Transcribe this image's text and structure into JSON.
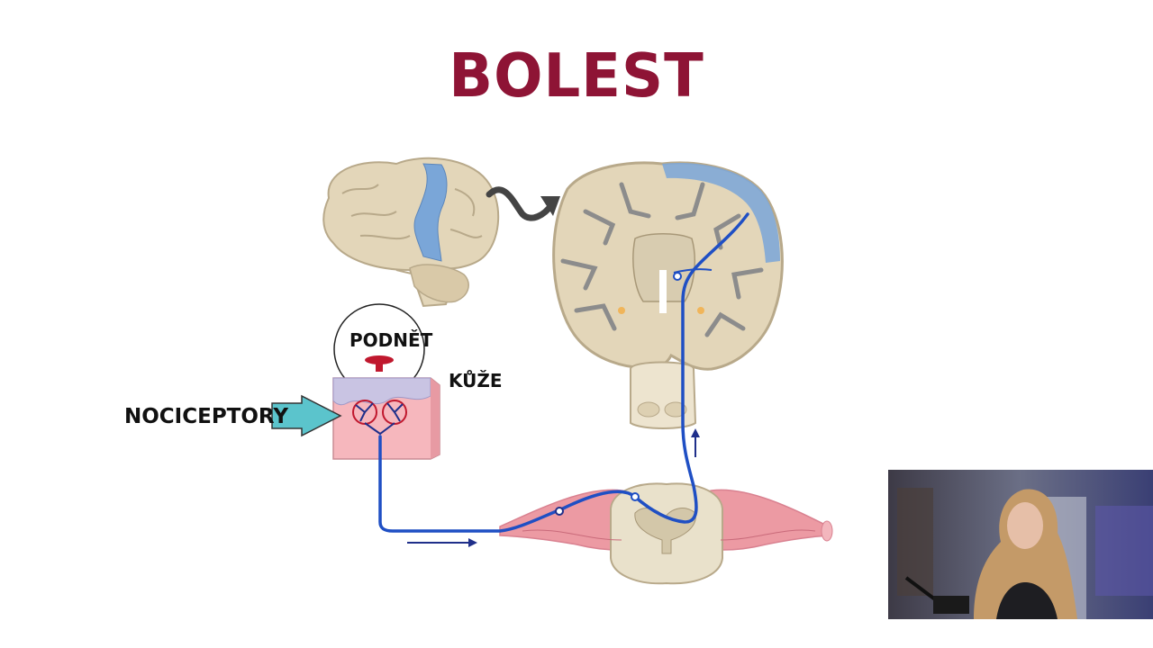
{
  "title": "BOLEST",
  "labels": {
    "stimulus": "PODNĚT",
    "skin": "KŮŽE",
    "nociceptors": "NOCICEPTORY"
  },
  "colors": {
    "title": "#8e1435",
    "pathway": "#1f4fc4",
    "cortex_highlight": "#7aa6d8",
    "brain": "#e3d6b9",
    "muscle": "#ec9aa3",
    "skin": "#f6b7bd",
    "arrow_fill": "#5bc4cc"
  }
}
